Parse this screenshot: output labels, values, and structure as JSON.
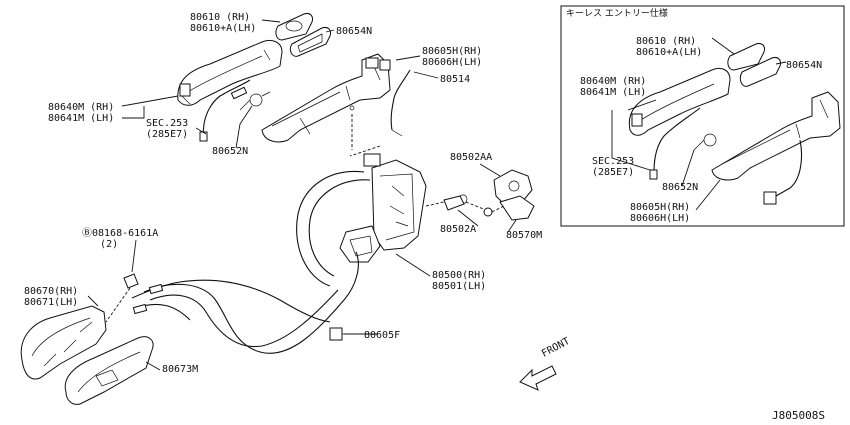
{
  "inset": {
    "title": "キーレス エントリー仕様",
    "labels": [
      {
        "key": "i_80610",
        "text": "80610 (RH)\n80610+A(LH)"
      },
      {
        "key": "i_80654N",
        "text": "80654N"
      },
      {
        "key": "i_80640M",
        "text": "80640M (RH)\n80641M (LH)"
      },
      {
        "key": "i_sec253",
        "text": "SEC.253\n(285E7)"
      },
      {
        "key": "i_80652N",
        "text": "80652N"
      },
      {
        "key": "i_80605H",
        "text": "80605H(RH)\n80606H(LH)"
      }
    ]
  },
  "main_labels": [
    {
      "key": "m_80610",
      "text": "80610 (RH)\n80610+A(LH)"
    },
    {
      "key": "m_80654N",
      "text": "80654N"
    },
    {
      "key": "m_80605H",
      "text": "80605H(RH)\n80606H(LH)"
    },
    {
      "key": "m_80514",
      "text": "80514"
    },
    {
      "key": "m_80640M",
      "text": "80640M (RH)\n80641M (LH)"
    },
    {
      "key": "m_sec253",
      "text": "SEC.253\n(285E7)"
    },
    {
      "key": "m_80652N",
      "text": "80652N"
    },
    {
      "key": "m_80502AA",
      "text": "80502AA"
    },
    {
      "key": "m_80502A",
      "text": "80502A"
    },
    {
      "key": "m_80570M",
      "text": "80570M"
    },
    {
      "key": "m_08168",
      "text": "Ⓑ08168-6161A\n   (2)"
    },
    {
      "key": "m_80500",
      "text": "80500(RH)\n80501(LH)"
    },
    {
      "key": "m_80670",
      "text": "80670(RH)\n80671(LH)"
    },
    {
      "key": "m_80605F",
      "text": "80605F"
    },
    {
      "key": "m_80673M",
      "text": "80673M"
    },
    {
      "key": "m_front",
      "text": "FRONT"
    }
  ],
  "diagram_code": "J805008S"
}
